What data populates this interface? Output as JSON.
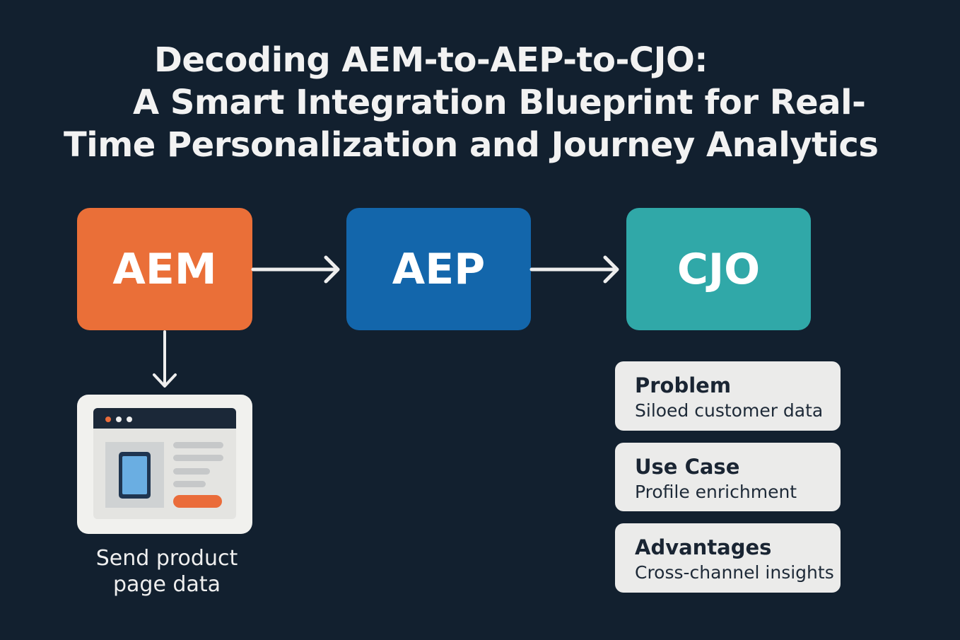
{
  "title": {
    "line1": "Decoding AEM-to-AEP-to-CJO:",
    "line2": "A Smart Integration Blueprint for Real-",
    "line3": "Time Personalization and Journey Analytics"
  },
  "nodes": [
    {
      "label": "AEM",
      "color": "#ea6f38"
    },
    {
      "label": "AEP",
      "color": "#1366ab"
    },
    {
      "label": "CJO",
      "color": "#30a8a8"
    }
  ],
  "aem_output": {
    "caption_line1": "Send product",
    "caption_line2": "page data",
    "icon": "browser-product-page-icon"
  },
  "cjo_details": [
    {
      "heading": "Problem",
      "text": "Siloed customer data"
    },
    {
      "heading": "Use Case",
      "text": "Profile enrichment"
    },
    {
      "heading": "Advantages",
      "text": "Cross-channel insights"
    }
  ],
  "colors": {
    "background": "#12202f",
    "arrow": "#eeeeee",
    "card": "#ebebea",
    "accent_orange": "#ea6c3a"
  }
}
